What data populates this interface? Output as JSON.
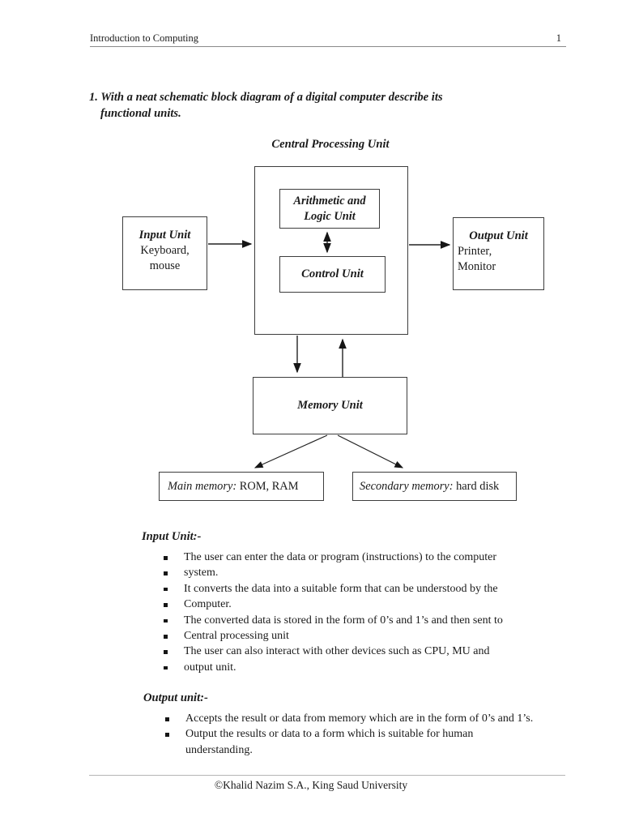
{
  "header": {
    "title": "Introduction to Computing",
    "page_number": "1"
  },
  "question": {
    "line1": "1. With a neat schematic block diagram of a digital computer describe its",
    "line2": "functional units."
  },
  "diagram": {
    "cpu_title": "Central Processing Unit",
    "alu": {
      "line1": "Arithmetic and",
      "line2": "Logic Unit"
    },
    "control_unit": "Control Unit",
    "input_unit": {
      "title": "Input Unit",
      "line1": "Keyboard,",
      "line2": "mouse"
    },
    "output_unit": {
      "title": "Output Unit",
      "line1": "Printer,",
      "line2": "Monitor"
    },
    "memory_unit": "Memory Unit",
    "main_memory": {
      "label": "Main memory:",
      "value": " ROM, RAM"
    },
    "secondary_memory": {
      "label": "Secondary memory:",
      "value": " hard disk"
    }
  },
  "input_section": {
    "heading": "Input Unit:-",
    "bullets": [
      "The user can enter the data or program (instructions) to the computer",
      "system.",
      "It converts the data into a suitable form that can be understood by the",
      "Computer.",
      "The converted data is stored in the form of 0’s and 1’s and then sent to",
      "Central processing unit",
      "The user can also interact with other devices such as CPU, MU and",
      "output unit."
    ]
  },
  "output_section": {
    "heading": "Output unit:-",
    "bullets": [
      "Accepts the result or data from memory which are in the form of 0’s and 1’s.",
      "Output the results or data to a form which is suitable for human"
    ],
    "continuation": "understanding."
  },
  "footer": {
    "credit": "©Khalid Nazim S.A., King Saud University"
  }
}
